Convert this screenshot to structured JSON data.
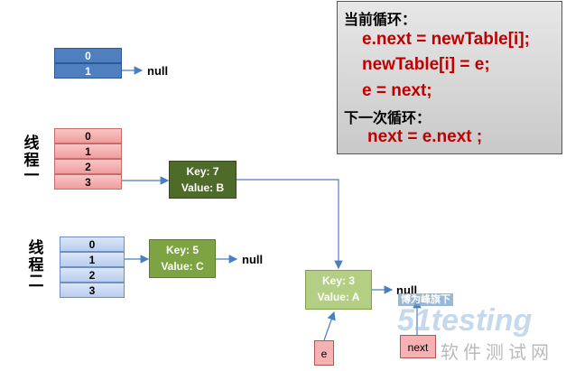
{
  "code_box": {
    "heading_current": "当前循环：",
    "line1": "e.next = newTable[i];",
    "line2": "newTable[i] = e;",
    "line3": "e = next;",
    "heading_next": "下一次循环：",
    "line4": "next = e.next ;"
  },
  "top_table": {
    "cells": [
      "0",
      "1"
    ],
    "null": "null"
  },
  "thread1": {
    "label_chars": [
      "线",
      "程",
      "一"
    ],
    "cells": [
      "0",
      "1",
      "2",
      "3"
    ]
  },
  "thread2": {
    "label_chars": [
      "线",
      "程",
      "二"
    ],
    "cells": [
      "0",
      "1",
      "2",
      "3"
    ]
  },
  "nodes": {
    "key7": {
      "key": "Key: 7",
      "value": "Value: B"
    },
    "key5": {
      "key": "Key: 5",
      "value": "Value: C",
      "null": "null"
    },
    "key3": {
      "key": "Key: 3",
      "value": "Value: A",
      "null": "null"
    }
  },
  "pointers": {
    "e": "e",
    "next": "next"
  },
  "watermark": {
    "brand": "51testing",
    "sub": "软件测试网",
    "tag": "博为峰旗下"
  },
  "colors": {
    "code_red": "#c00000",
    "blue_header": "#4f7fbf",
    "dark_green": "#4f6b2a",
    "mid_green": "#7da343",
    "light_green": "#b4cf84",
    "pink": "#f6b2b2",
    "arrow_blue": "#4a7ec2"
  }
}
